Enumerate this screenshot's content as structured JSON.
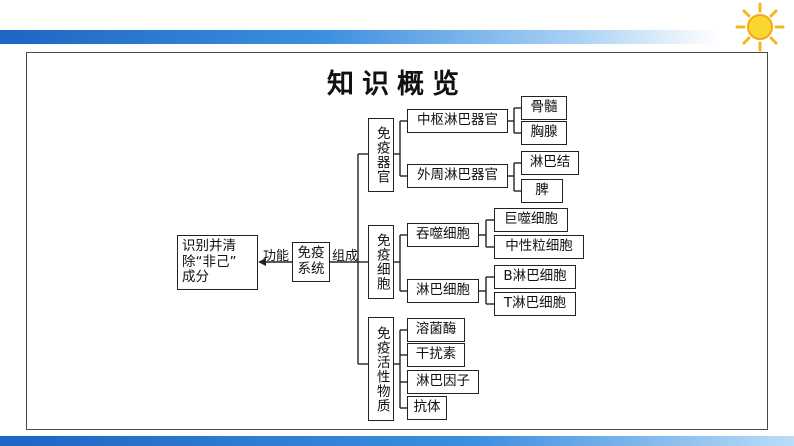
{
  "title": "知识概览",
  "root": {
    "function_text": "识别并清除“非己”成分",
    "function_line1": "识别并清",
    "function_line2": "除“非己”",
    "function_line3": "成分",
    "function_label": "功能",
    "system_line1": "免疫",
    "system_line2": "系统",
    "compose_label": "组成"
  },
  "categories": [
    {
      "name": "免疫器官",
      "groups": [
        {
          "name": "中枢淋巴器官",
          "items": [
            "骨髓",
            "胸腺"
          ]
        },
        {
          "name": "外周淋巴器官",
          "items": [
            "淋巴结",
            "脾"
          ]
        }
      ]
    },
    {
      "name": "免疫细胞",
      "groups": [
        {
          "name": "吞噬细胞",
          "items": [
            "巨噬细胞",
            "中性粒细胞"
          ]
        },
        {
          "name": "淋巴细胞",
          "items": [
            "B淋巴细胞",
            "T淋巴细胞"
          ]
        }
      ]
    },
    {
      "name": "免疫活性物质",
      "items": [
        "溶菌酶",
        "干扰素",
        "淋巴因子",
        "抗体"
      ]
    }
  ]
}
